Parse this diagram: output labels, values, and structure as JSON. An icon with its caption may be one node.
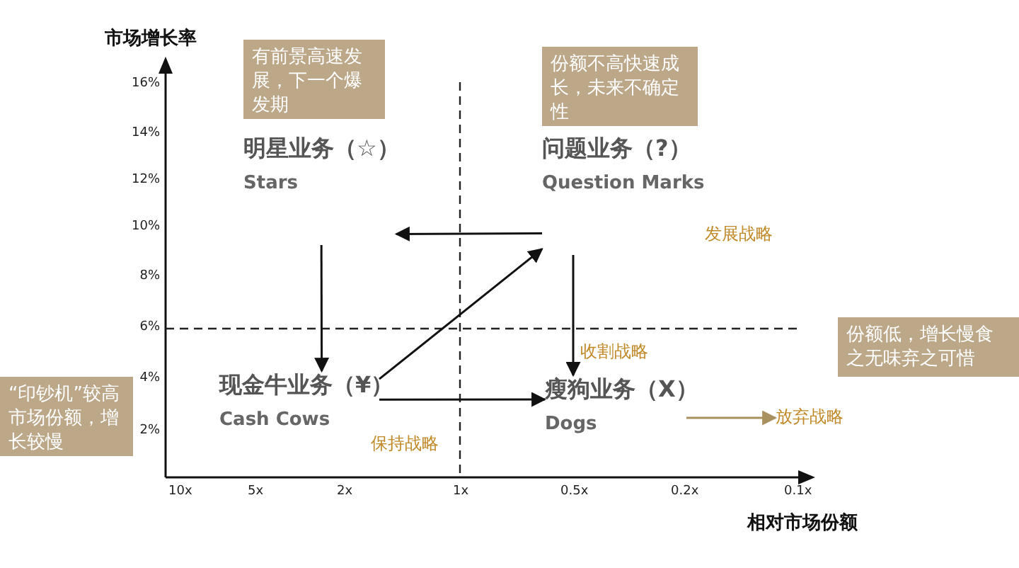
{
  "diagram": {
    "nodes": [
      {
        "text": [
          "有前景高速发展，下一个爆发期"
        ]
      },
      {
        "text": [
          "份额不高快速成长，未来不确定性"
        ]
      },
      {
        "text": [
          "明星业务（☆）",
          "Stars"
        ]
      },
      {
        "text": [
          "问题业务（?）",
          "Question Marks"
        ]
      },
      {
        "text": [
          "份额低，增长慢食之无味弃之可惜"
        ]
      },
      {
        "text": [
          "“印钞机”较高市场份额，增长较慢"
        ]
      },
      {
        "text": [
          "现金牛业务（¥）",
          "Cash Cows"
        ]
      },
      {
        "text": [
          "瘦狗业务（X）",
          "Dogs"
        ]
      },
      {
        "text": [
          "放弃战略"
        ]
      }
    ],
    "edges": [
      {
        "from": 3,
        "to": 2,
        "arrow": "to"
      },
      {
        "from": 2,
        "to": 6,
        "arrow": "to"
      },
      {
        "from": 6,
        "to": 3,
        "arrow": "to"
      },
      {
        "from": 6,
        "to": 7,
        "arrow": "to"
      },
      {
        "from": 3,
        "to": 7,
        "arrow": "to"
      },
      {
        "from": 7,
        "to": 8,
        "arrow": "to",
        "color": "#a8915f"
      }
    ],
    "labels": [
      "市场增长率",
      "16%",
      "14%",
      "12%",
      "10%",
      "8%",
      "6%",
      "4%",
      "2%",
      "发展战略",
      "收割战略",
      "保持战略",
      "10x",
      "5x",
      "2x",
      "1x",
      "0.5x",
      "0.2x",
      "0.1x",
      "相对市场份额"
    ]
  }
}
